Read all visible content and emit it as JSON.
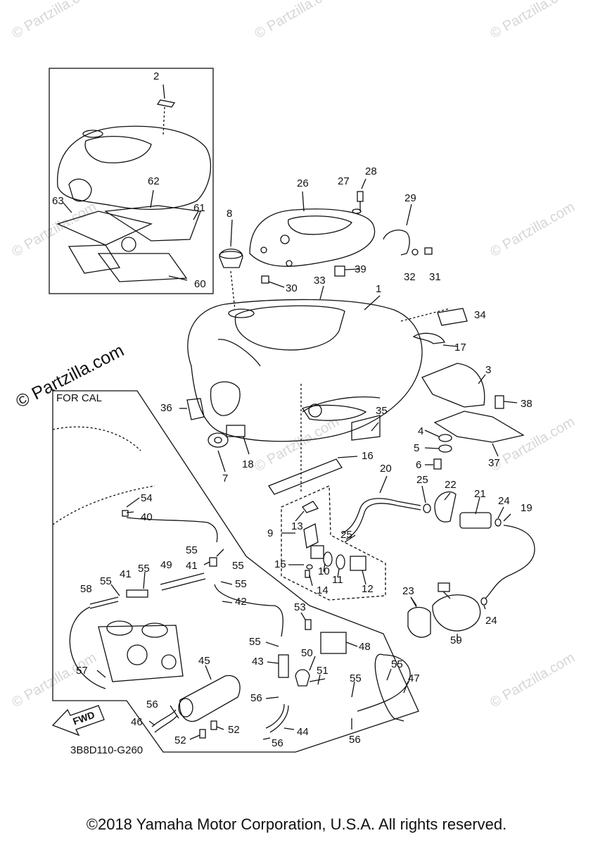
{
  "diagram_code": "3B8D110-G260",
  "variant_label": "FOR CAL",
  "direction_label": "FWD",
  "copyright": "©2018 Yamaha Motor Corporation, U.S.A. All rights reserved.",
  "brand_watermark": "© Partzilla.com",
  "watermark_text": "© Partzilla.com",
  "part_labels": {
    "p1": "1",
    "p2": "2",
    "p3": "3",
    "p4": "4",
    "p5": "5",
    "p6": "6",
    "p7": "7",
    "p8": "8",
    "p9": "9",
    "p10": "10",
    "p11": "11",
    "p12": "12",
    "p13": "13",
    "p14": "14",
    "p15": "15",
    "p16": "16",
    "p17": "17",
    "p18": "18",
    "p19": "19",
    "p20": "20",
    "p21": "21",
    "p22": "22",
    "p23": "23",
    "p24a": "24",
    "p24b": "24",
    "p25a": "25",
    "p25b": "25",
    "p26": "26",
    "p27": "27",
    "p28": "28",
    "p29": "29",
    "p30": "30",
    "p31": "31",
    "p32": "32",
    "p33": "33",
    "p34": "34",
    "p35": "35",
    "p36": "36",
    "p37": "37",
    "p38": "38",
    "p39": "39",
    "p40": "40",
    "p41a": "41",
    "p41b": "41",
    "p42": "42",
    "p43": "43",
    "p44": "44",
    "p45": "45",
    "p46": "46",
    "p47": "47",
    "p48": "48",
    "p49": "49",
    "p50": "50",
    "p51": "51",
    "p52a": "52",
    "p52b": "52",
    "p53": "53",
    "p54": "54",
    "p55a": "55",
    "p55b": "55",
    "p55c": "55",
    "p55d": "55",
    "p55e": "55",
    "p55f": "55",
    "p55g": "55",
    "p56a": "56",
    "p56b": "56",
    "p56c": "56",
    "p56d": "56",
    "p57": "57",
    "p58": "58",
    "p59": "59",
    "p60": "60",
    "p61": "61",
    "p62": "62",
    "p63": "63"
  }
}
